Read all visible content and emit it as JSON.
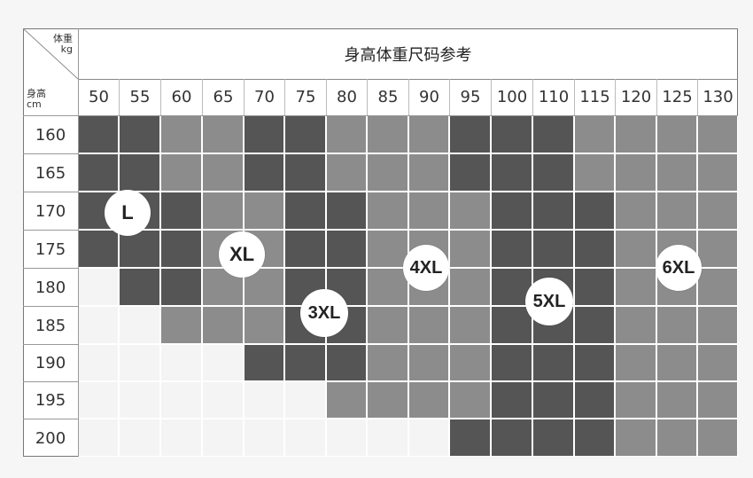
{
  "table": {
    "title": "身高体重尺码参考",
    "corner_weight_label": "体重",
    "corner_weight_unit": "kg",
    "corner_height_label": "身高",
    "corner_height_unit": "cm",
    "weights": [
      "50",
      "55",
      "60",
      "65",
      "70",
      "75",
      "80",
      "85",
      "90",
      "95",
      "100",
      "110",
      "115",
      "120",
      "125",
      "130"
    ],
    "heights": [
      "160",
      "165",
      "170",
      "175",
      "180",
      "185",
      "190",
      "195",
      "200"
    ],
    "size_labels": [
      "L",
      "XL",
      "3XL",
      "4XL",
      "5XL",
      "6XL"
    ],
    "grid": [
      [
        "D",
        "D",
        "M",
        "M",
        "D",
        "D",
        "M",
        "M",
        "M",
        "D",
        "D",
        "D",
        "M",
        "M",
        "M",
        "M"
      ],
      [
        "D",
        "D",
        "M",
        "M",
        "D",
        "D",
        "M",
        "M",
        "M",
        "D",
        "D",
        "D",
        "M",
        "M",
        "M",
        "M"
      ],
      [
        "D",
        "D",
        "D",
        "M",
        "M",
        "D",
        "D",
        "M",
        "M",
        "M",
        "D",
        "D",
        "D",
        "M",
        "M",
        "M"
      ],
      [
        "D",
        "D",
        "D",
        "M",
        "M",
        "D",
        "D",
        "M",
        "M",
        "M",
        "D",
        "D",
        "D",
        "M",
        "M",
        "M"
      ],
      [
        "W",
        "D",
        "D",
        "M",
        "M",
        "D",
        "D",
        "M",
        "M",
        "M",
        "D",
        "D",
        "D",
        "M",
        "M",
        "M"
      ],
      [
        "W",
        "W",
        "M",
        "M",
        "M",
        "D",
        "D",
        "M",
        "M",
        "M",
        "D",
        "D",
        "D",
        "M",
        "M",
        "M"
      ],
      [
        "W",
        "W",
        "W",
        "W",
        "D",
        "D",
        "D",
        "M",
        "M",
        "M",
        "D",
        "D",
        "D",
        "M",
        "M",
        "M"
      ],
      [
        "W",
        "W",
        "W",
        "W",
        "W",
        "W",
        "M",
        "M",
        "M",
        "M",
        "D",
        "D",
        "D",
        "M",
        "M",
        "M"
      ],
      [
        "W",
        "W",
        "W",
        "W",
        "W",
        "W",
        "W",
        "W",
        "W",
        "D",
        "D",
        "D",
        "D",
        "M",
        "M",
        "M"
      ]
    ],
    "colors": {
      "D": "#555555",
      "M": "#8c8c8c",
      "W": "#f4f4f4"
    }
  }
}
